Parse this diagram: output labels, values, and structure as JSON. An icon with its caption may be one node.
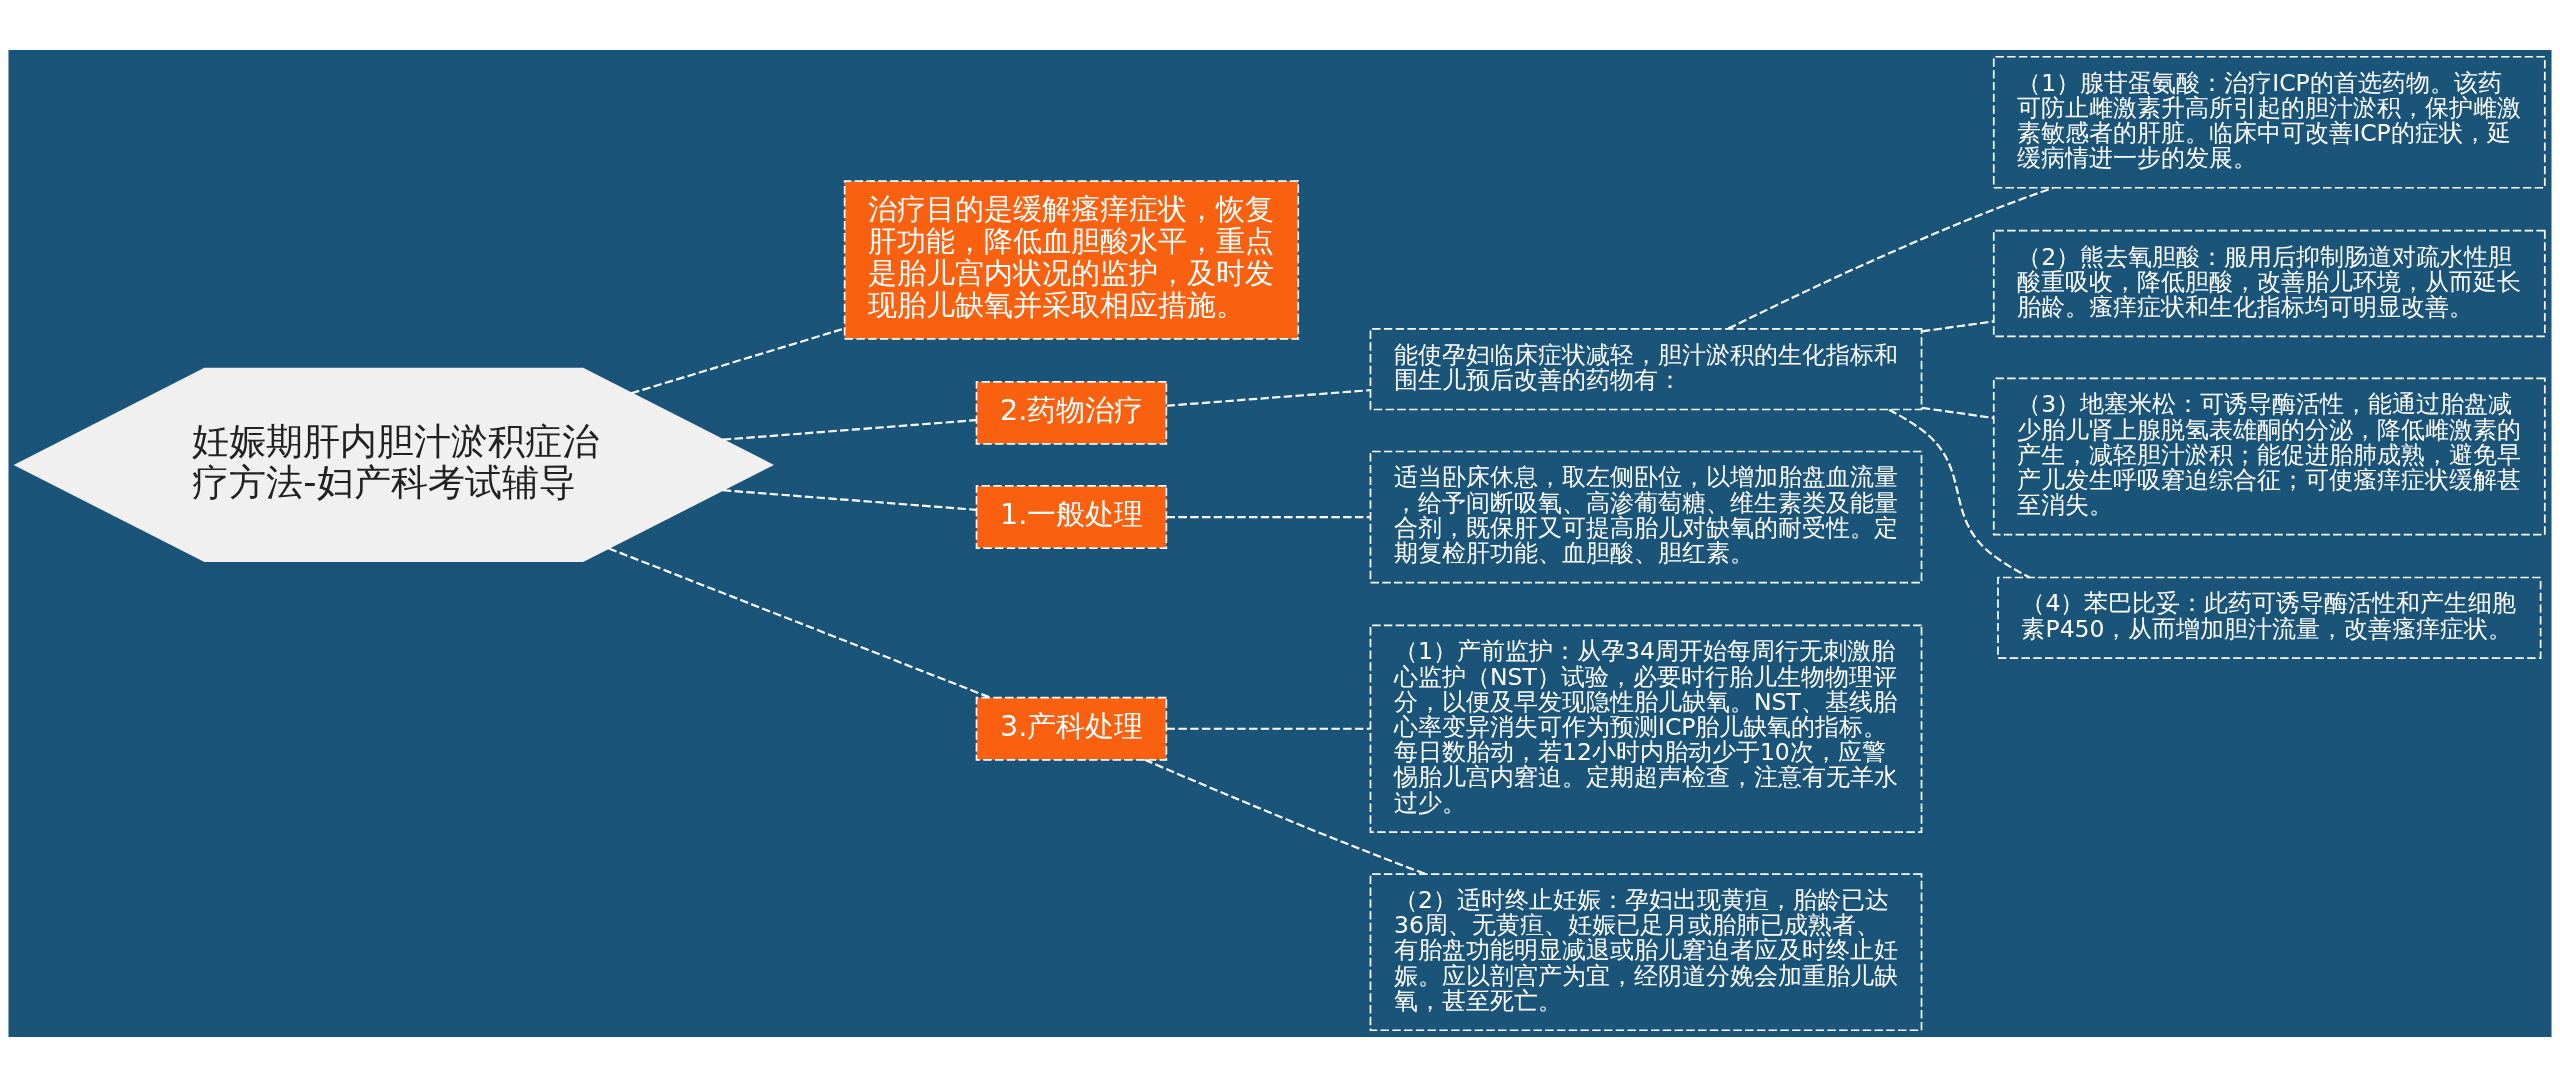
{
  "diagram": {
    "nodes": [
      {
        "text": [
          "妊娠期肝内胆汁淤积症治疗方法-妇产科考试辅导"
        ]
      },
      {
        "text": [
          "治疗目的是缓解瘙痒症状，恢复肝功能，降低血胆酸水平，重点是胎儿宫内状况的监护，及时发现胎儿缺氧并采取相应措施。"
        ]
      },
      {
        "text": [
          "2.药物治疗"
        ]
      },
      {
        "text": [
          "能使孕妇临床症状减轻，胆汁淤积的生化指标和围生儿预后改善的药物有："
        ]
      },
      {
        "text": [
          "（1）腺苷蛋氨酸：治疗ICP的首选药物。该药可防止雌激素升高所引起的胆汁淤积，保护雌激素敏感者的肝脏。临床中可改善ICP的症状，延缓病情进一步的发展。"
        ]
      },
      {
        "text": [
          "（2）熊去氧胆酸：服用后抑制肠道对疏水性胆酸重吸收，降低胆酸，改善胎儿环境，从而延长胎龄。瘙痒症状和生化指标均可明显改善。"
        ]
      },
      {
        "text": [
          "（3）地塞米松：可诱导酶活性，能通过胎盘减少胎儿肾上腺脱氢表雄酮的分泌，降低雌激素的产生，减轻胆汁淤积；能促进胎肺成熟，避免早产儿发生呼吸窘迫综合征；可使瘙痒症状缓解甚至消失。"
        ]
      },
      {
        "text": [
          "（4）苯巴比妥：此药可诱导酶活性和产生细胞素P450，从而增加胆汁流量，改善瘙痒症状。"
        ]
      },
      {
        "text": [
          "1.一般处理"
        ]
      },
      {
        "text": [
          "适当卧床休息，取左侧卧位，以增加胎盘血流量，给予间断吸氧、高渗葡萄糖、维生素类及能量合剂，既保肝又可提高胎儿对缺氧的耐受性。定期复检肝功能、血胆酸、胆红素。"
        ]
      },
      {
        "text": [
          "3.产科处理"
        ]
      },
      {
        "text": [
          "（1）产前监护：从孕34周开始每周行无刺激胎心监护（NST）试验，必要时行胎儿生物物理评分，以便及早发现隐性胎儿缺氧。NST、基线胎心率变异消失可作为预测ICP胎儿缺氧的指标。每日数胎动，若12小时内胎动少于10次，应警惕胎儿宫内窘迫。定期超声检查，注意有无羊水过少。"
        ]
      },
      {
        "text": [
          "（2）适时终止妊娠：孕妇出现黄疸，胎龄已达36周、无黄疸、妊娠已足月或胎肺已成熟者、有胎盘功能明显减退或胎儿窘迫者应及时终止妊娠。应以剖宫产为宜，经阴道分娩会加重胎儿缺氧，甚至死亡。"
        ]
      }
    ],
    "edges": [
      {
        "from": 0,
        "to": 1,
        "arrow": "none",
        "style": "dashed"
      },
      {
        "from": 0,
        "to": 2,
        "arrow": "none",
        "style": "dashed"
      },
      {
        "from": 2,
        "to": 3,
        "arrow": "none",
        "style": "dashed"
      },
      {
        "from": 3,
        "to": 4,
        "arrow": "none",
        "style": "dashed"
      },
      {
        "from": 3,
        "to": 5,
        "arrow": "none",
        "style": "dashed"
      },
      {
        "from": 3,
        "to": 6,
        "arrow": "none",
        "style": "dashed"
      },
      {
        "from": 3,
        "to": 7,
        "arrow": "none",
        "style": "dashed"
      },
      {
        "from": 0,
        "to": 8,
        "arrow": "none",
        "style": "dashed"
      },
      {
        "from": 8,
        "to": 9,
        "arrow": "none",
        "style": "dashed"
      },
      {
        "from": 0,
        "to": 10,
        "arrow": "none",
        "style": "dashed"
      },
      {
        "from": 10,
        "to": 11,
        "arrow": "none",
        "style": "dashed"
      },
      {
        "from": 10,
        "to": 12,
        "arrow": "none",
        "style": "dashed"
      }
    ]
  }
}
